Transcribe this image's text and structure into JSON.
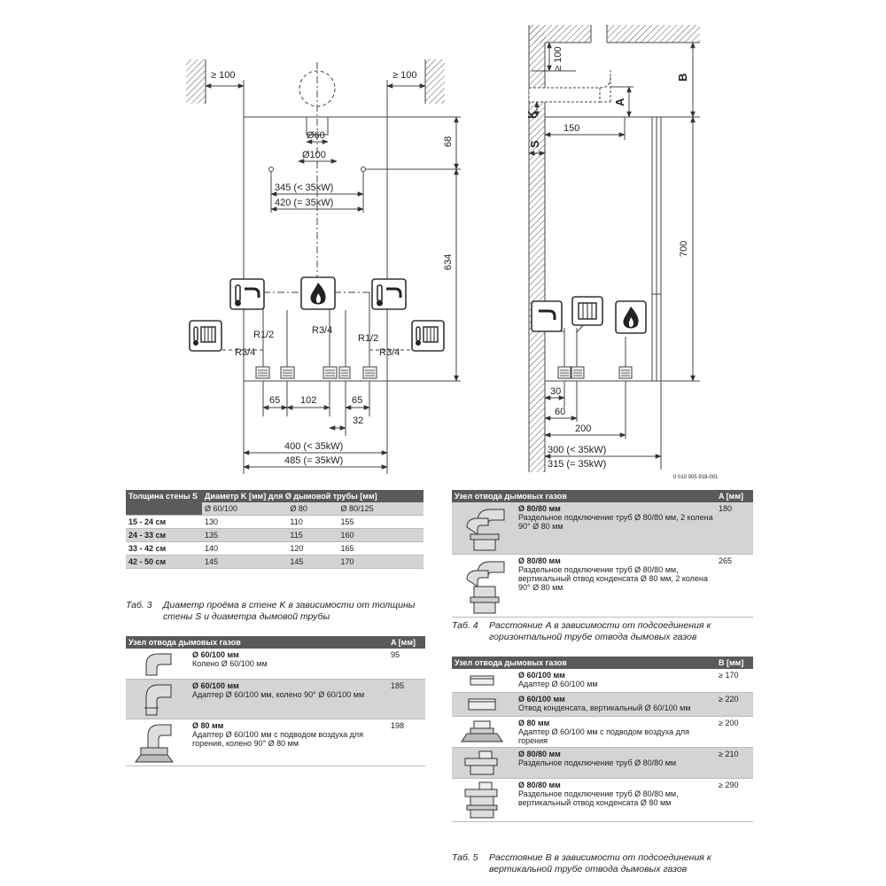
{
  "drawing_front": {
    "dim_top_left": "≥ 100",
    "dim_top_right": "≥ 100",
    "pipe_d_inner": "Ø60",
    "pipe_d_outer": "Ø100",
    "dim_68": "68",
    "dim_345": "345 (< 35kW)",
    "dim_420": "420 (= 35kW)",
    "dim_634": "634",
    "conn_r12_left": "R1/2",
    "conn_r34_center": "R3/4",
    "conn_r12_right": "R1/2",
    "conn_r34_left": "R3/4",
    "conn_r34_right": "R3/4",
    "dim_65_left": "65",
    "dim_102": "102",
    "dim_65_right": "65",
    "dim_32": "32",
    "dim_400": "400 (< 35kW)",
    "dim_485": "485 (= 35kW)"
  },
  "drawing_side": {
    "dim_ge100": "≥ 100",
    "label_B": "B",
    "label_A": "A",
    "label_K": "K",
    "label_S": "S",
    "dim_150": "150",
    "dim_700": "700",
    "dim_30": "30",
    "dim_60": "60",
    "dim_200": "200",
    "dim_300": "300 (< 35kW)",
    "dim_315": "315 (= 35kW)",
    "doc_code": "0 010 005 918-001"
  },
  "tab3": {
    "head_col1": "Толщина стены S",
    "head_col2": "Диаметр K [мм] для Ø дымовой трубы [мм]",
    "sub": [
      "Ø 60/100",
      "Ø 80",
      "Ø 80/125"
    ],
    "rows": [
      {
        "t": "15 - 24 см",
        "v": [
          "130",
          "110",
          "155"
        ]
      },
      {
        "t": "24 - 33 см",
        "v": [
          "135",
          "115",
          "160"
        ]
      },
      {
        "t": "33 - 42 см",
        "v": [
          "140",
          "120",
          "165"
        ]
      },
      {
        "t": "42 - 50 см",
        "v": [
          "145",
          "145",
          "170"
        ]
      }
    ],
    "caption_num": "Таб. 3",
    "caption": "Диаметр проёма в стене K в зависимости от толщины стены S и диаметра дымовой трубы"
  },
  "tab_a1": {
    "head": "Узел отвода дымовых газов",
    "head_val": "A [мм]",
    "rows": [
      {
        "name": "Ø 60/100 мм",
        "desc": "Колено Ø 60/100 мм",
        "val": "95"
      },
      {
        "name": "Ø 60/100 мм",
        "desc": "Адаптер Ø 60/100 мм, колено 90° Ø 60/100 мм",
        "val": "185"
      },
      {
        "name": "Ø 80 мм",
        "desc": "Адаптер Ø 60/100 мм с подводом воздуха для горения, колено 90° Ø 80 мм",
        "val": "198"
      }
    ]
  },
  "tab4": {
    "head": "Узел отвода дымовых газов",
    "head_val": "A [мм]",
    "rows": [
      {
        "name": "Ø 80/80 мм",
        "desc": "Раздельное подключение труб Ø 80/80 мм, 2 колена 90° Ø 80 мм",
        "val": "180"
      },
      {
        "name": "Ø 80/80 мм",
        "desc": "Раздельное подключение труб Ø 80/80 мм, вертикальный отвод конденсата Ø 80 мм, 2 колена 90° Ø 80 мм",
        "val": "265"
      }
    ],
    "caption_num": "Таб. 4",
    "caption": "Расстояние A в зависимости от подсоединения к горизонтальной трубе отвода дымовых газов"
  },
  "tab5": {
    "head": "Узел отвода дымовых газов",
    "head_val": "B [мм]",
    "rows": [
      {
        "name": "Ø 60/100 мм",
        "desc": "Адаптер Ø 60/100 мм",
        "val": "≥ 170"
      },
      {
        "name": "Ø 60/100 мм",
        "desc": "Отвод конденсата, вертикальный Ø 60/100 мм",
        "val": "≥ 220"
      },
      {
        "name": "Ø 80 мм",
        "desc": "Адаптер Ø 60/100 мм с подводом воздуха для горения",
        "val": "≥ 200"
      },
      {
        "name": "Ø 80/80 мм",
        "desc": "Раздельное подключение труб Ø 80/80 мм",
        "val": "≥ 210"
      },
      {
        "name": "Ø 80/80 мм",
        "desc": "Раздельное подключение труб Ø 80/80 мм, вертикальный отвод конденсата Ø 80 мм",
        "val": "≥ 290"
      }
    ],
    "caption_num": "Таб. 5",
    "caption": "Расстояние B в зависимости от подсоединения к вертикальной трубе отвода дымовых газов"
  }
}
